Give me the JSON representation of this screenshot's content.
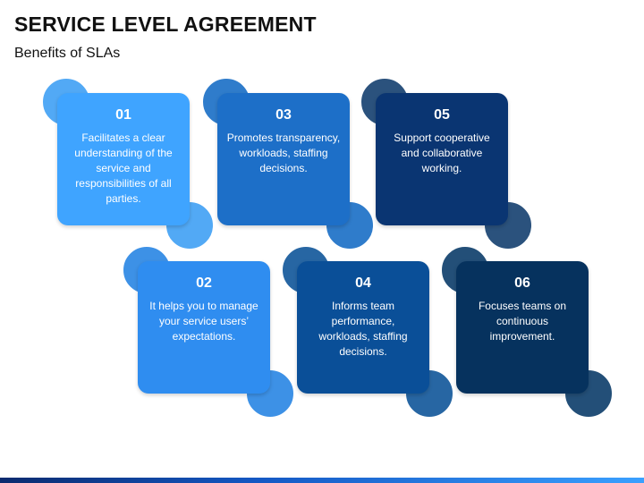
{
  "title": "SERVICE LEVEL AGREEMENT",
  "subtitle": "Benefits of SLAs",
  "items": [
    {
      "number": "01",
      "text": "Facilitates a clear understanding of the service and responsibilities of all parties.",
      "card_color": "#3fa4ff",
      "circle_color": "#52a9f5"
    },
    {
      "number": "02",
      "text": "It helps you to manage your service users’ expectations.",
      "card_color": "#2f8df0",
      "circle_color": "#3d91e6"
    },
    {
      "number": "03",
      "text": "Promotes transparency, workloads, staffing decisions.",
      "card_color": "#1d6fc8",
      "circle_color": "#2f7ccb"
    },
    {
      "number": "04",
      "text": "Informs team performance, workloads, staffing decisions.",
      "card_color": "#0a4f98",
      "circle_color": "#2766a3"
    },
    {
      "number": "05",
      "text": "Support cooperative and collaborative working.",
      "card_color": "#0a3572",
      "circle_color": "#2b527d"
    },
    {
      "number": "06",
      "text": "Focuses teams on continuous improvement.",
      "card_color": "#06325e",
      "circle_color": "#234f78"
    }
  ]
}
